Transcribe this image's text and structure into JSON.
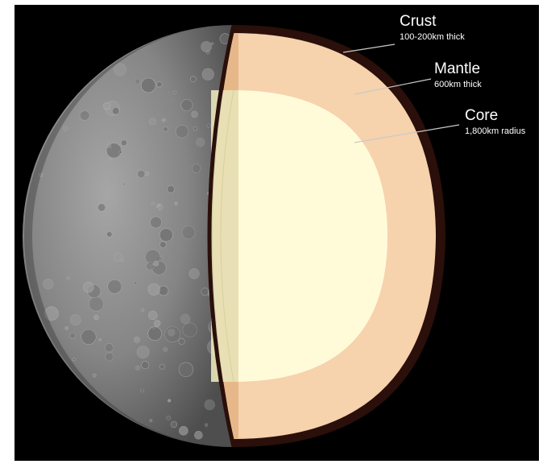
{
  "layers": [
    {
      "name": "Crust",
      "detail": "100-200km thick"
    },
    {
      "name": "Mantle",
      "detail": "600km thick"
    },
    {
      "name": "Core",
      "detail": "1,800km radius"
    }
  ],
  "colors": {
    "background": "#000000",
    "crust": "#2a0f0a",
    "mantle": "#f6d2ad",
    "core": "#fffbd9",
    "surface": "#8c8c8c",
    "label_text": "#ffffff",
    "leader_line": "#c9c9c9"
  }
}
